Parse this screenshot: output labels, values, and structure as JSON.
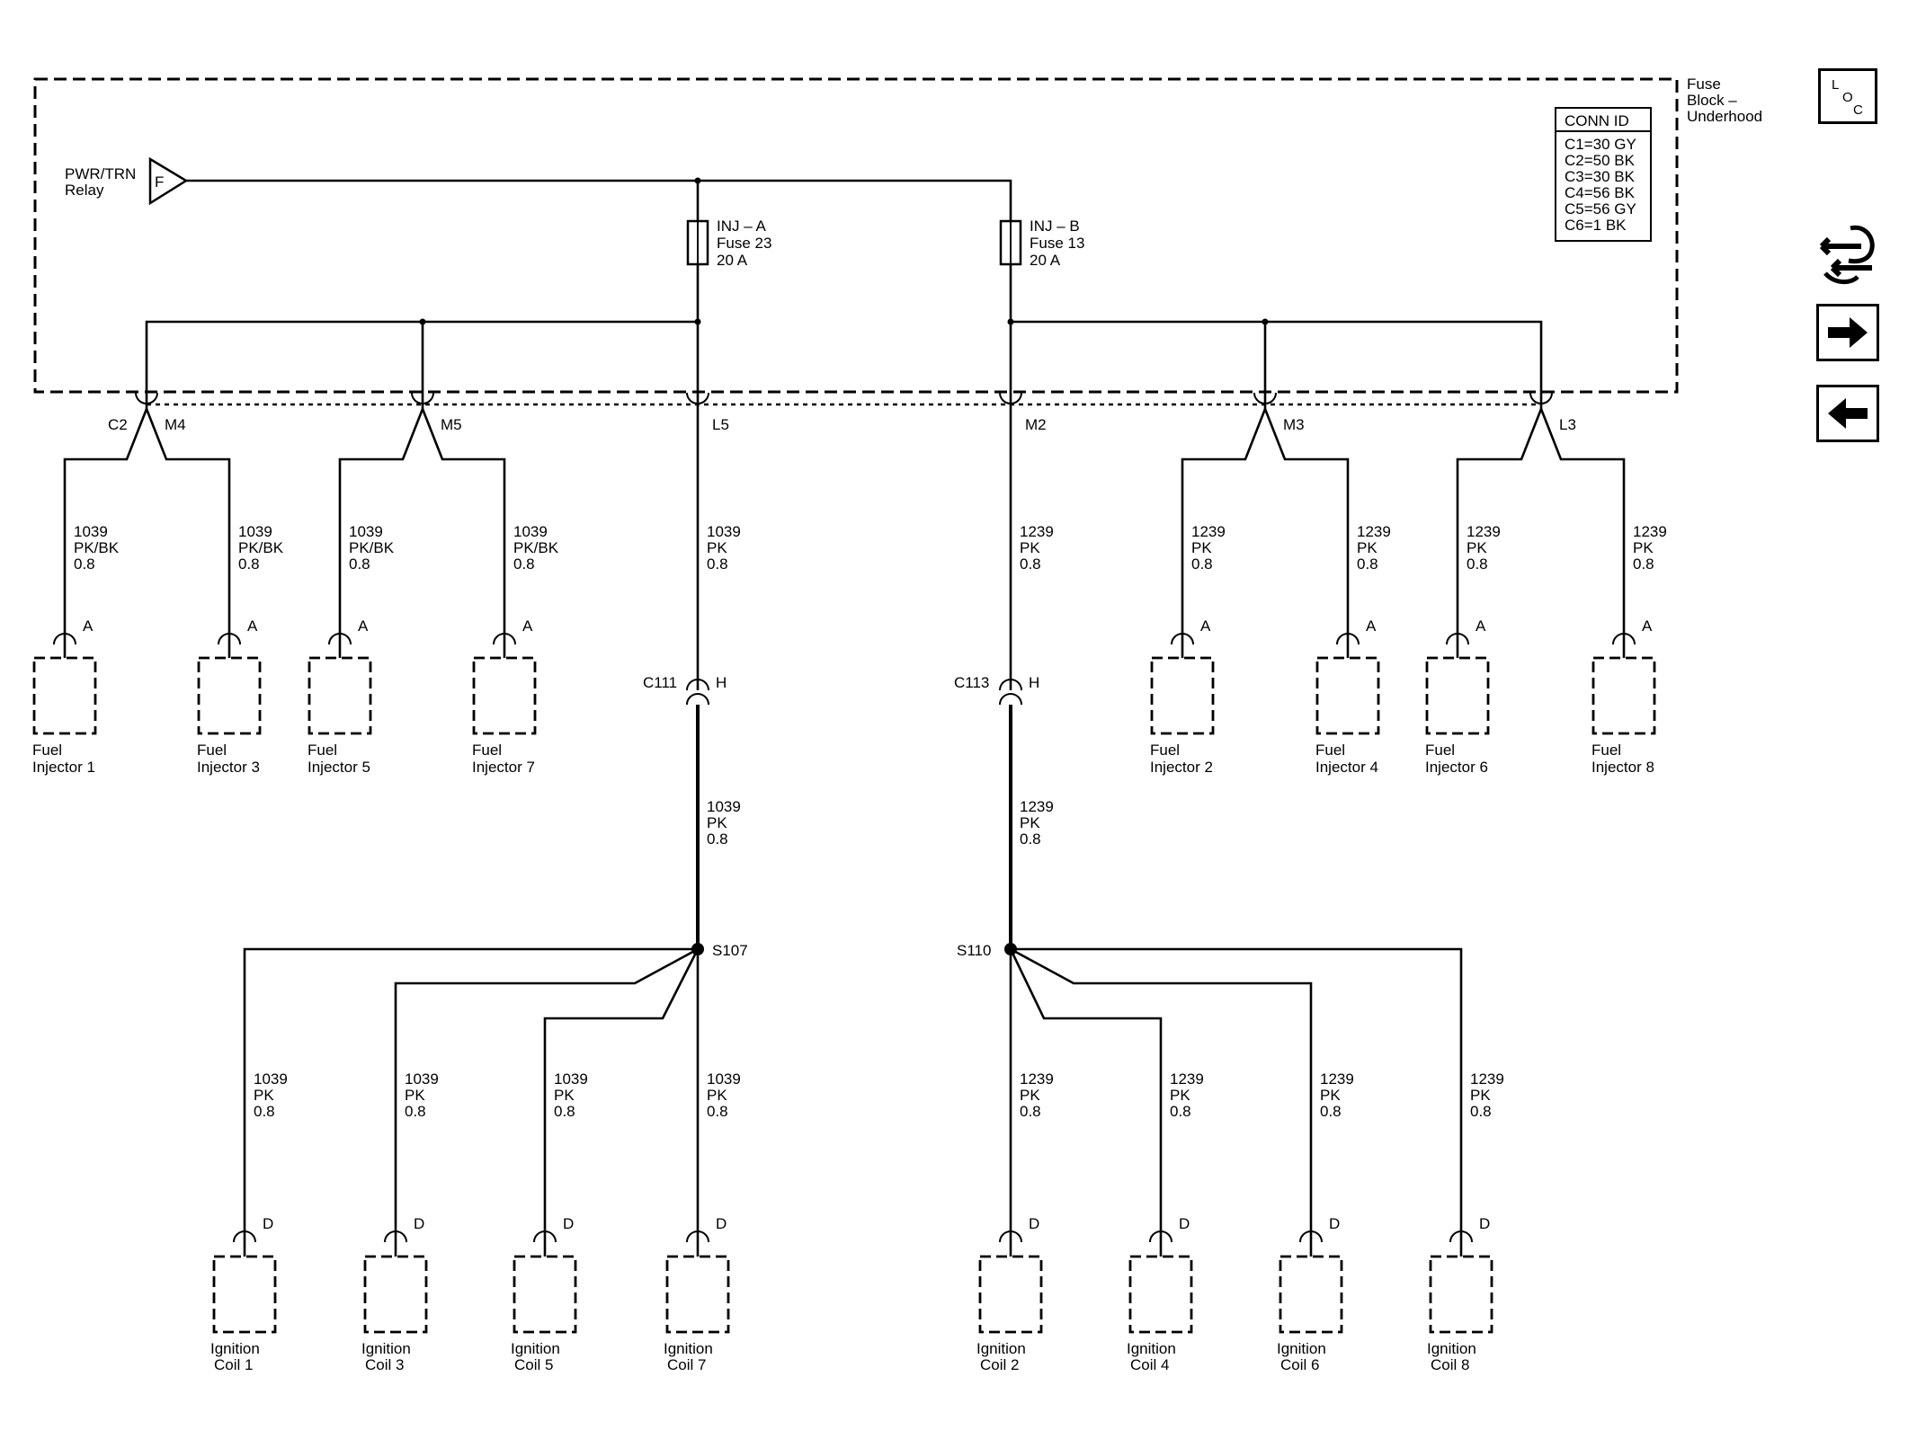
{
  "fuse_block": {
    "title_line1": "Fuse",
    "title_line2": "Block –",
    "title_line3": "Underhood",
    "conn_id_header": "CONN ID",
    "conn_ids": [
      "C1=30 GY",
      "C2=50 BK",
      "C3=30 BK",
      "C4=56 BK",
      "C5=56 GY",
      "C6=1 BK"
    ]
  },
  "relay": {
    "line1": "PWR/TRN",
    "line2": "Relay",
    "pin": "F"
  },
  "fuses": [
    {
      "line1": "INJ – A",
      "line2": "Fuse 23",
      "line3": "20 A"
    },
    {
      "line1": "INJ – B",
      "line2": "Fuse 13",
      "line3": "20 A"
    }
  ],
  "connector_c2": "C2",
  "pins": [
    "M4",
    "M5",
    "L5",
    "M2",
    "M3",
    "L3"
  ],
  "injector_wires": [
    {
      "circuit": "1039",
      "color": "PK/BK",
      "gauge": "0.8"
    },
    {
      "circuit": "1039",
      "color": "PK/BK",
      "gauge": "0.8"
    },
    {
      "circuit": "1039",
      "color": "PK/BK",
      "gauge": "0.8"
    },
    {
      "circuit": "1039",
      "color": "PK/BK",
      "gauge": "0.8"
    },
    {
      "circuit": "1239",
      "color": "PK",
      "gauge": "0.8"
    },
    {
      "circuit": "1239",
      "color": "PK",
      "gauge": "0.8"
    },
    {
      "circuit": "1239",
      "color": "PK",
      "gauge": "0.8"
    },
    {
      "circuit": "1239",
      "color": "PK",
      "gauge": "0.8"
    }
  ],
  "injectors": [
    {
      "line1": "Fuel",
      "line2": "Injector 1",
      "pin": "A"
    },
    {
      "line1": "Fuel",
      "line2": "Injector 3",
      "pin": "A"
    },
    {
      "line1": "Fuel",
      "line2": "Injector 5",
      "pin": "A"
    },
    {
      "line1": "Fuel",
      "line2": "Injector 7",
      "pin": "A"
    },
    {
      "line1": "Fuel",
      "line2": "Injector 2",
      "pin": "A"
    },
    {
      "line1": "Fuel",
      "line2": "Injector 4",
      "pin": "A"
    },
    {
      "line1": "Fuel",
      "line2": "Injector 6",
      "pin": "A"
    },
    {
      "line1": "Fuel",
      "line2": "Injector 8",
      "pin": "A"
    }
  ],
  "trunk_wires": [
    {
      "circuit": "1039",
      "color": "PK",
      "gauge": "0.8"
    },
    {
      "circuit": "1239",
      "color": "PK",
      "gauge": "0.8"
    },
    {
      "circuit": "1039",
      "color": "PK",
      "gauge": "0.8"
    },
    {
      "circuit": "1239",
      "color": "PK",
      "gauge": "0.8"
    }
  ],
  "inline_connectors": [
    {
      "name": "C111",
      "pin": "H"
    },
    {
      "name": "C113",
      "pin": "H"
    }
  ],
  "splices": [
    "S107",
    "S110"
  ],
  "coil_wires": [
    {
      "circuit": "1039",
      "color": "PK",
      "gauge": "0.8"
    },
    {
      "circuit": "1039",
      "color": "PK",
      "gauge": "0.8"
    },
    {
      "circuit": "1039",
      "color": "PK",
      "gauge": "0.8"
    },
    {
      "circuit": "1039",
      "color": "PK",
      "gauge": "0.8"
    },
    {
      "circuit": "1239",
      "color": "PK",
      "gauge": "0.8"
    },
    {
      "circuit": "1239",
      "color": "PK",
      "gauge": "0.8"
    },
    {
      "circuit": "1239",
      "color": "PK",
      "gauge": "0.8"
    },
    {
      "circuit": "1239",
      "color": "PK",
      "gauge": "0.8"
    }
  ],
  "coils": [
    {
      "line1": "Ignition",
      "line2": "Coil 1",
      "pin": "D"
    },
    {
      "line1": "Ignition",
      "line2": "Coil 3",
      "pin": "D"
    },
    {
      "line1": "Ignition",
      "line2": "Coil 5",
      "pin": "D"
    },
    {
      "line1": "Ignition",
      "line2": "Coil 7",
      "pin": "D"
    },
    {
      "line1": "Ignition",
      "line2": "Coil 2",
      "pin": "D"
    },
    {
      "line1": "Ignition",
      "line2": "Coil 4",
      "pin": "D"
    },
    {
      "line1": "Ignition",
      "line2": "Coil 6",
      "pin": "D"
    },
    {
      "line1": "Ignition",
      "line2": "Coil 8",
      "pin": "D"
    }
  ],
  "nav": {
    "loc": {
      "l": "L",
      "o": "O",
      "c": "C"
    },
    "icons": [
      "loc-icon",
      "schematic-link-icon",
      "forward-arrow-icon",
      "back-arrow-icon"
    ]
  }
}
